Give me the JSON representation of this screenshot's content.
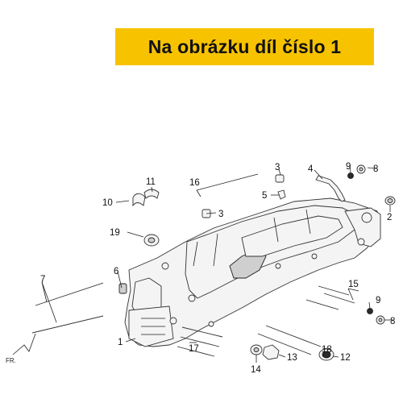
{
  "banner": {
    "text": "Na obrázku díl číslo 1",
    "background": "#f7c300"
  },
  "front_marker": "FR.",
  "callouts": {
    "c1": "1",
    "c2": "2",
    "c3a": "3",
    "c3b": "3",
    "c4": "4",
    "c5": "5",
    "c6": "6",
    "c7": "7",
    "c8": "8",
    "c9a": "9",
    "c9b": "9",
    "c10": "10",
    "c11": "11",
    "c12": "12",
    "c13": "13",
    "c14": "14",
    "c15": "15",
    "c16": "16",
    "c17": "17",
    "c18": "18",
    "c19": "19"
  }
}
